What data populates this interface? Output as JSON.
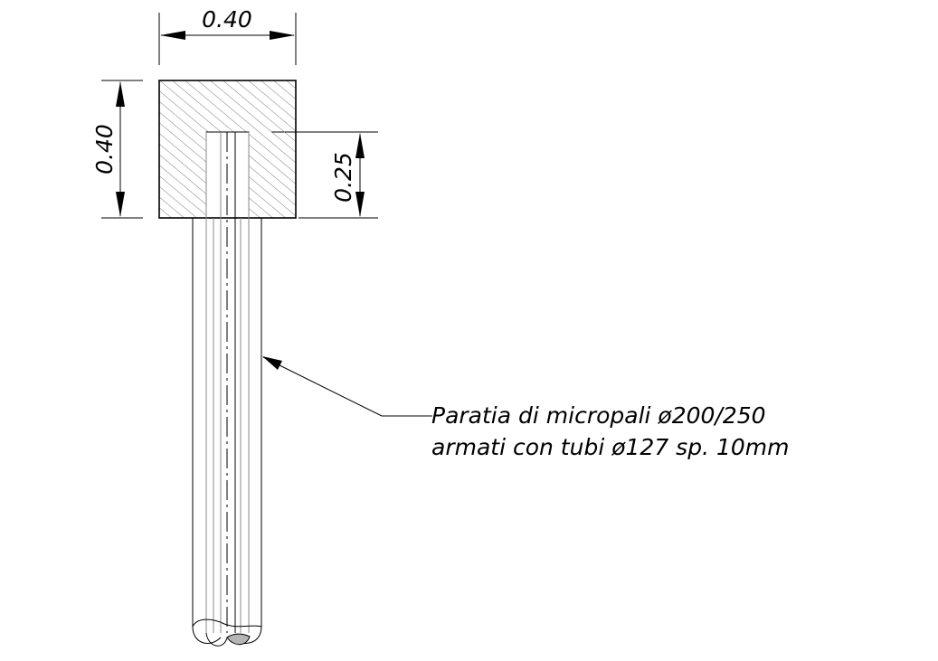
{
  "dimensions": {
    "top_width": "0.40",
    "left_height": "0.40",
    "right_height": "0.25"
  },
  "callout": {
    "line1": "Paratia di micropali ø200/250",
    "line2": "armati con tubi ø127 sp. 10mm"
  },
  "colors": {
    "line": "#000000",
    "hatch": "#7a7a7a",
    "pile_inner": "#8a8a8a",
    "background": "#ffffff"
  }
}
